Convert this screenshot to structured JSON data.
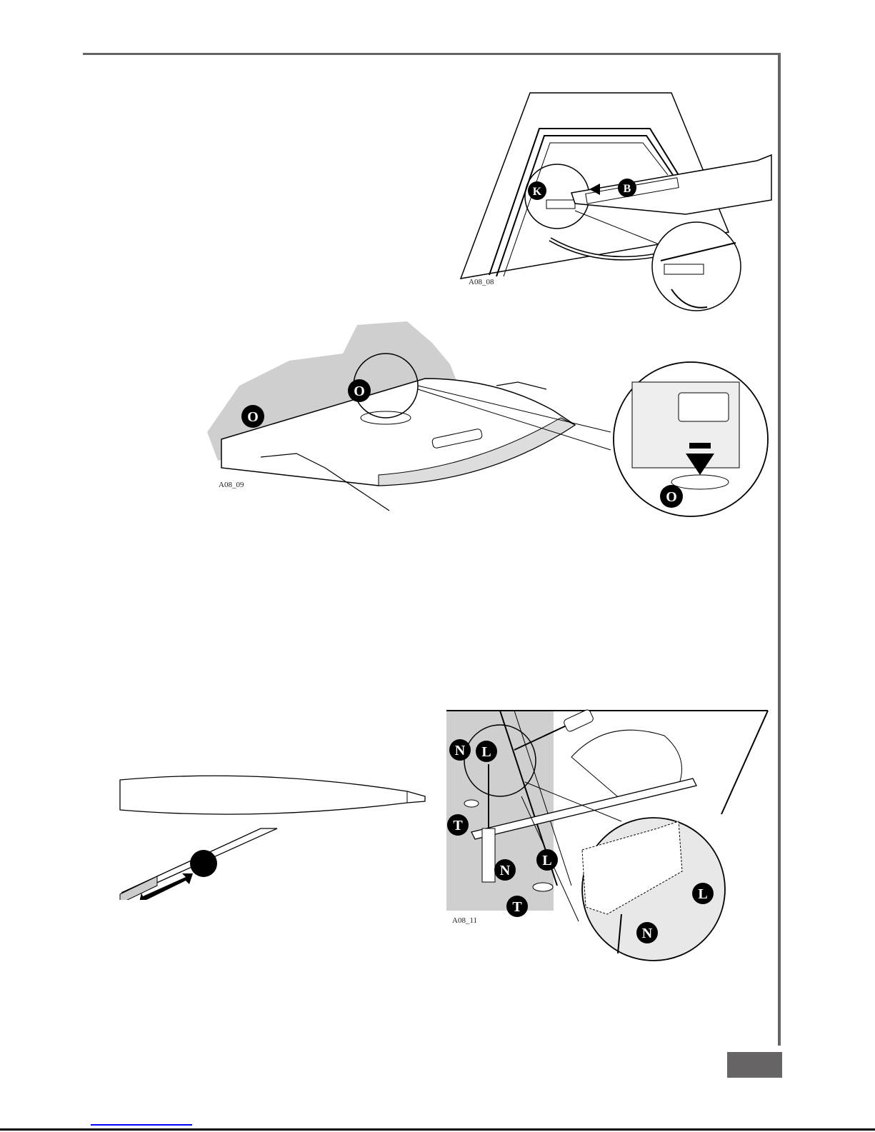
{
  "figures": [
    {
      "caption": "A08_08",
      "callouts": [
        "K",
        "B"
      ]
    },
    {
      "caption": "A08_09",
      "callouts": [
        "O",
        "O",
        "O"
      ]
    },
    {
      "caption": "A08_11",
      "callouts": [
        "L",
        "N",
        "T",
        "N",
        "L",
        "T",
        "L",
        "N"
      ]
    }
  ],
  "colors": {
    "rule": "#676465",
    "link": "#0000ff",
    "shade": "#cfcfcf"
  }
}
